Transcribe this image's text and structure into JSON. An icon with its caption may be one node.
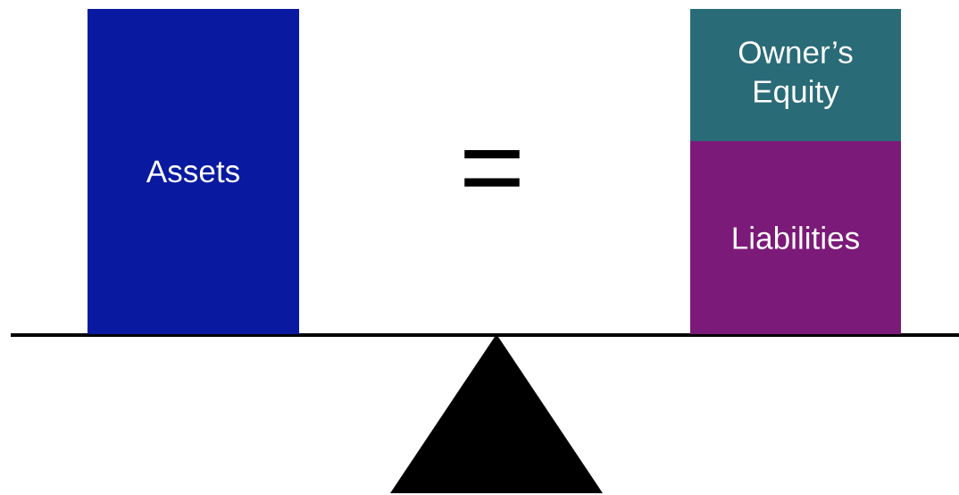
{
  "diagram": {
    "nodes": [
      {
        "text": [
          "Assets"
        ]
      },
      {
        "text": [
          "Owner’s Equity"
        ]
      },
      {
        "text": [
          "Liabilities"
        ]
      }
    ],
    "labels": [
      "="
    ]
  }
}
